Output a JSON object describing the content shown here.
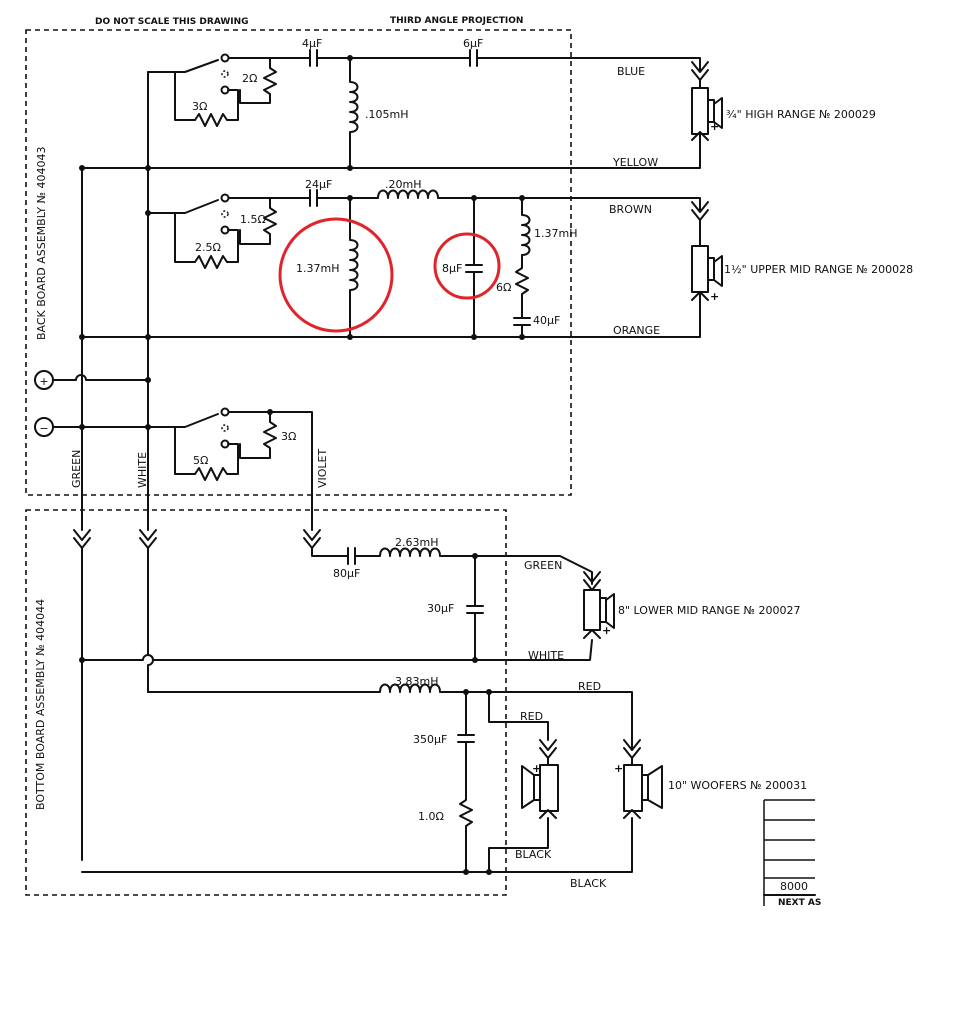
{
  "header": {
    "left_note": "DO NOT SCALE THIS DRAWING",
    "right_note": "THIRD ANGLE PROJECTION"
  },
  "boards": {
    "back": "BACK BOARD ASSEMBLY № 404043",
    "bottom": "BOTTOM BOARD ASSEMBLY № 404044"
  },
  "terminals": {
    "plus": "+",
    "minus": "−"
  },
  "wires": {
    "green_v": "GREEN",
    "white_v": "WHITE",
    "violet_v": "VIOLET",
    "blue": "BLUE",
    "yellow": "YELLOW",
    "brown": "BROWN",
    "orange": "ORANGE",
    "green": "GREEN",
    "white": "WHITE",
    "red1": "RED",
    "red2": "RED",
    "black1": "BLACK",
    "black2": "BLACK"
  },
  "components": {
    "c4": "4µF",
    "c6": "6µF",
    "r2": "2Ω",
    "r3a": "3Ω",
    "l105": ".105mH",
    "c24": "24µF",
    "l20": ".20mH",
    "r15": "1.5Ω",
    "r25": "2.5Ω",
    "l137a": "1.37mH",
    "c8": "8µF",
    "l137b": "1.37mH",
    "r6": "6Ω",
    "c40": "40µF",
    "r3b": "3Ω",
    "r5": "5Ω",
    "c80": "80µF",
    "l263": "2.63mH",
    "c30": "30µF",
    "l383": "3.83mH",
    "c350": "350µF",
    "r10": "1.0Ω"
  },
  "speakers": {
    "high": "¾\" HIGH RANGE № 200029",
    "upper": "1½\" UPPER MID RANGE № 200028",
    "lower": "8\" LOWER MID RANGE № 200027",
    "woofer": "10\" WOOFERS № 200031"
  },
  "title_block": {
    "number": "8000",
    "next": "NEXT AS"
  },
  "accent": "#e0242b"
}
